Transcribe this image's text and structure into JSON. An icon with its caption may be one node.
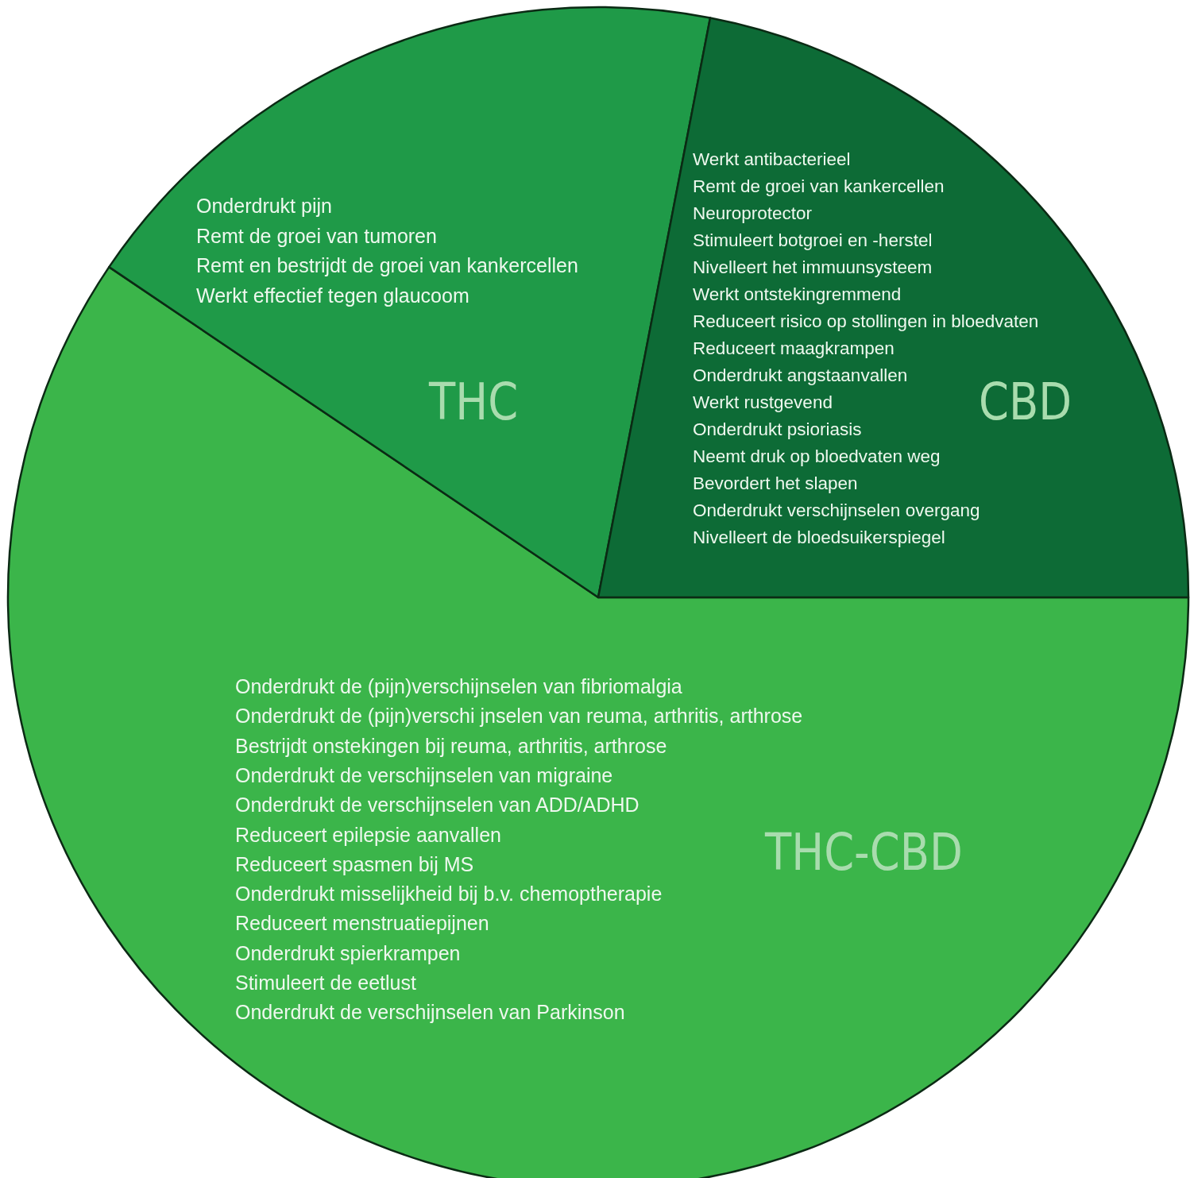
{
  "diagram": {
    "nodes": [
      {
        "text": [
          "Onderdrukt pijn",
          "Remt de groei van tumoren",
          "Remt en bestrijdt de groei van kankercellen",
          "Werkt effectief tegen glaucoom",
          "THC"
        ]
      },
      {
        "text": [
          "Werkt antibacterieel",
          "Remt de groei van kankercellen",
          "Neuroprotector",
          "Stimuleert botgroei en -herstel",
          "Nivelleert het immuunsysteem",
          "Werkt ontstekingremmend",
          "Reduceert risico op stollingen in bloedvaten",
          "Reduceert maagkrampen",
          "Onderdrukt angstaanvallen",
          "Werkt rustgevend",
          "Onderdrukt psioriasis",
          "Neemt druk op bloedvaten weg",
          "Bevordert het slapen",
          "Onderdrukt verschijnselen overgang",
          "Nivelleert de bloedsuikerspiegel",
          "CBD"
        ]
      },
      {
        "text": [
          "Onderdrukt de (pijn)verschijnselen van fibriomalgia",
          "Onderdrukt de (pijn)verschi jnselen van reuma, arthritis, arthrose",
          "Bestrijdt onstekingen bij reuma, arthritis, arthrose",
          "Onderdrukt de verschijnselen van migraine",
          "Onderdrukt de verschijnselen van ADD/ADHD",
          "Reduceert epilepsie aanvallen",
          "Reduceert spasmen bij MS",
          "Onderdrukt misselijkheid bij b.v. chemoptherapie",
          "Reduceert menstruatiepijnen",
          "Onderdrukt spierkrampen",
          "Stimuleert de eetlust",
          "Onderdrukt de verschijnselen van Parkinson",
          "THC-CBD"
        ]
      }
    ]
  }
}
